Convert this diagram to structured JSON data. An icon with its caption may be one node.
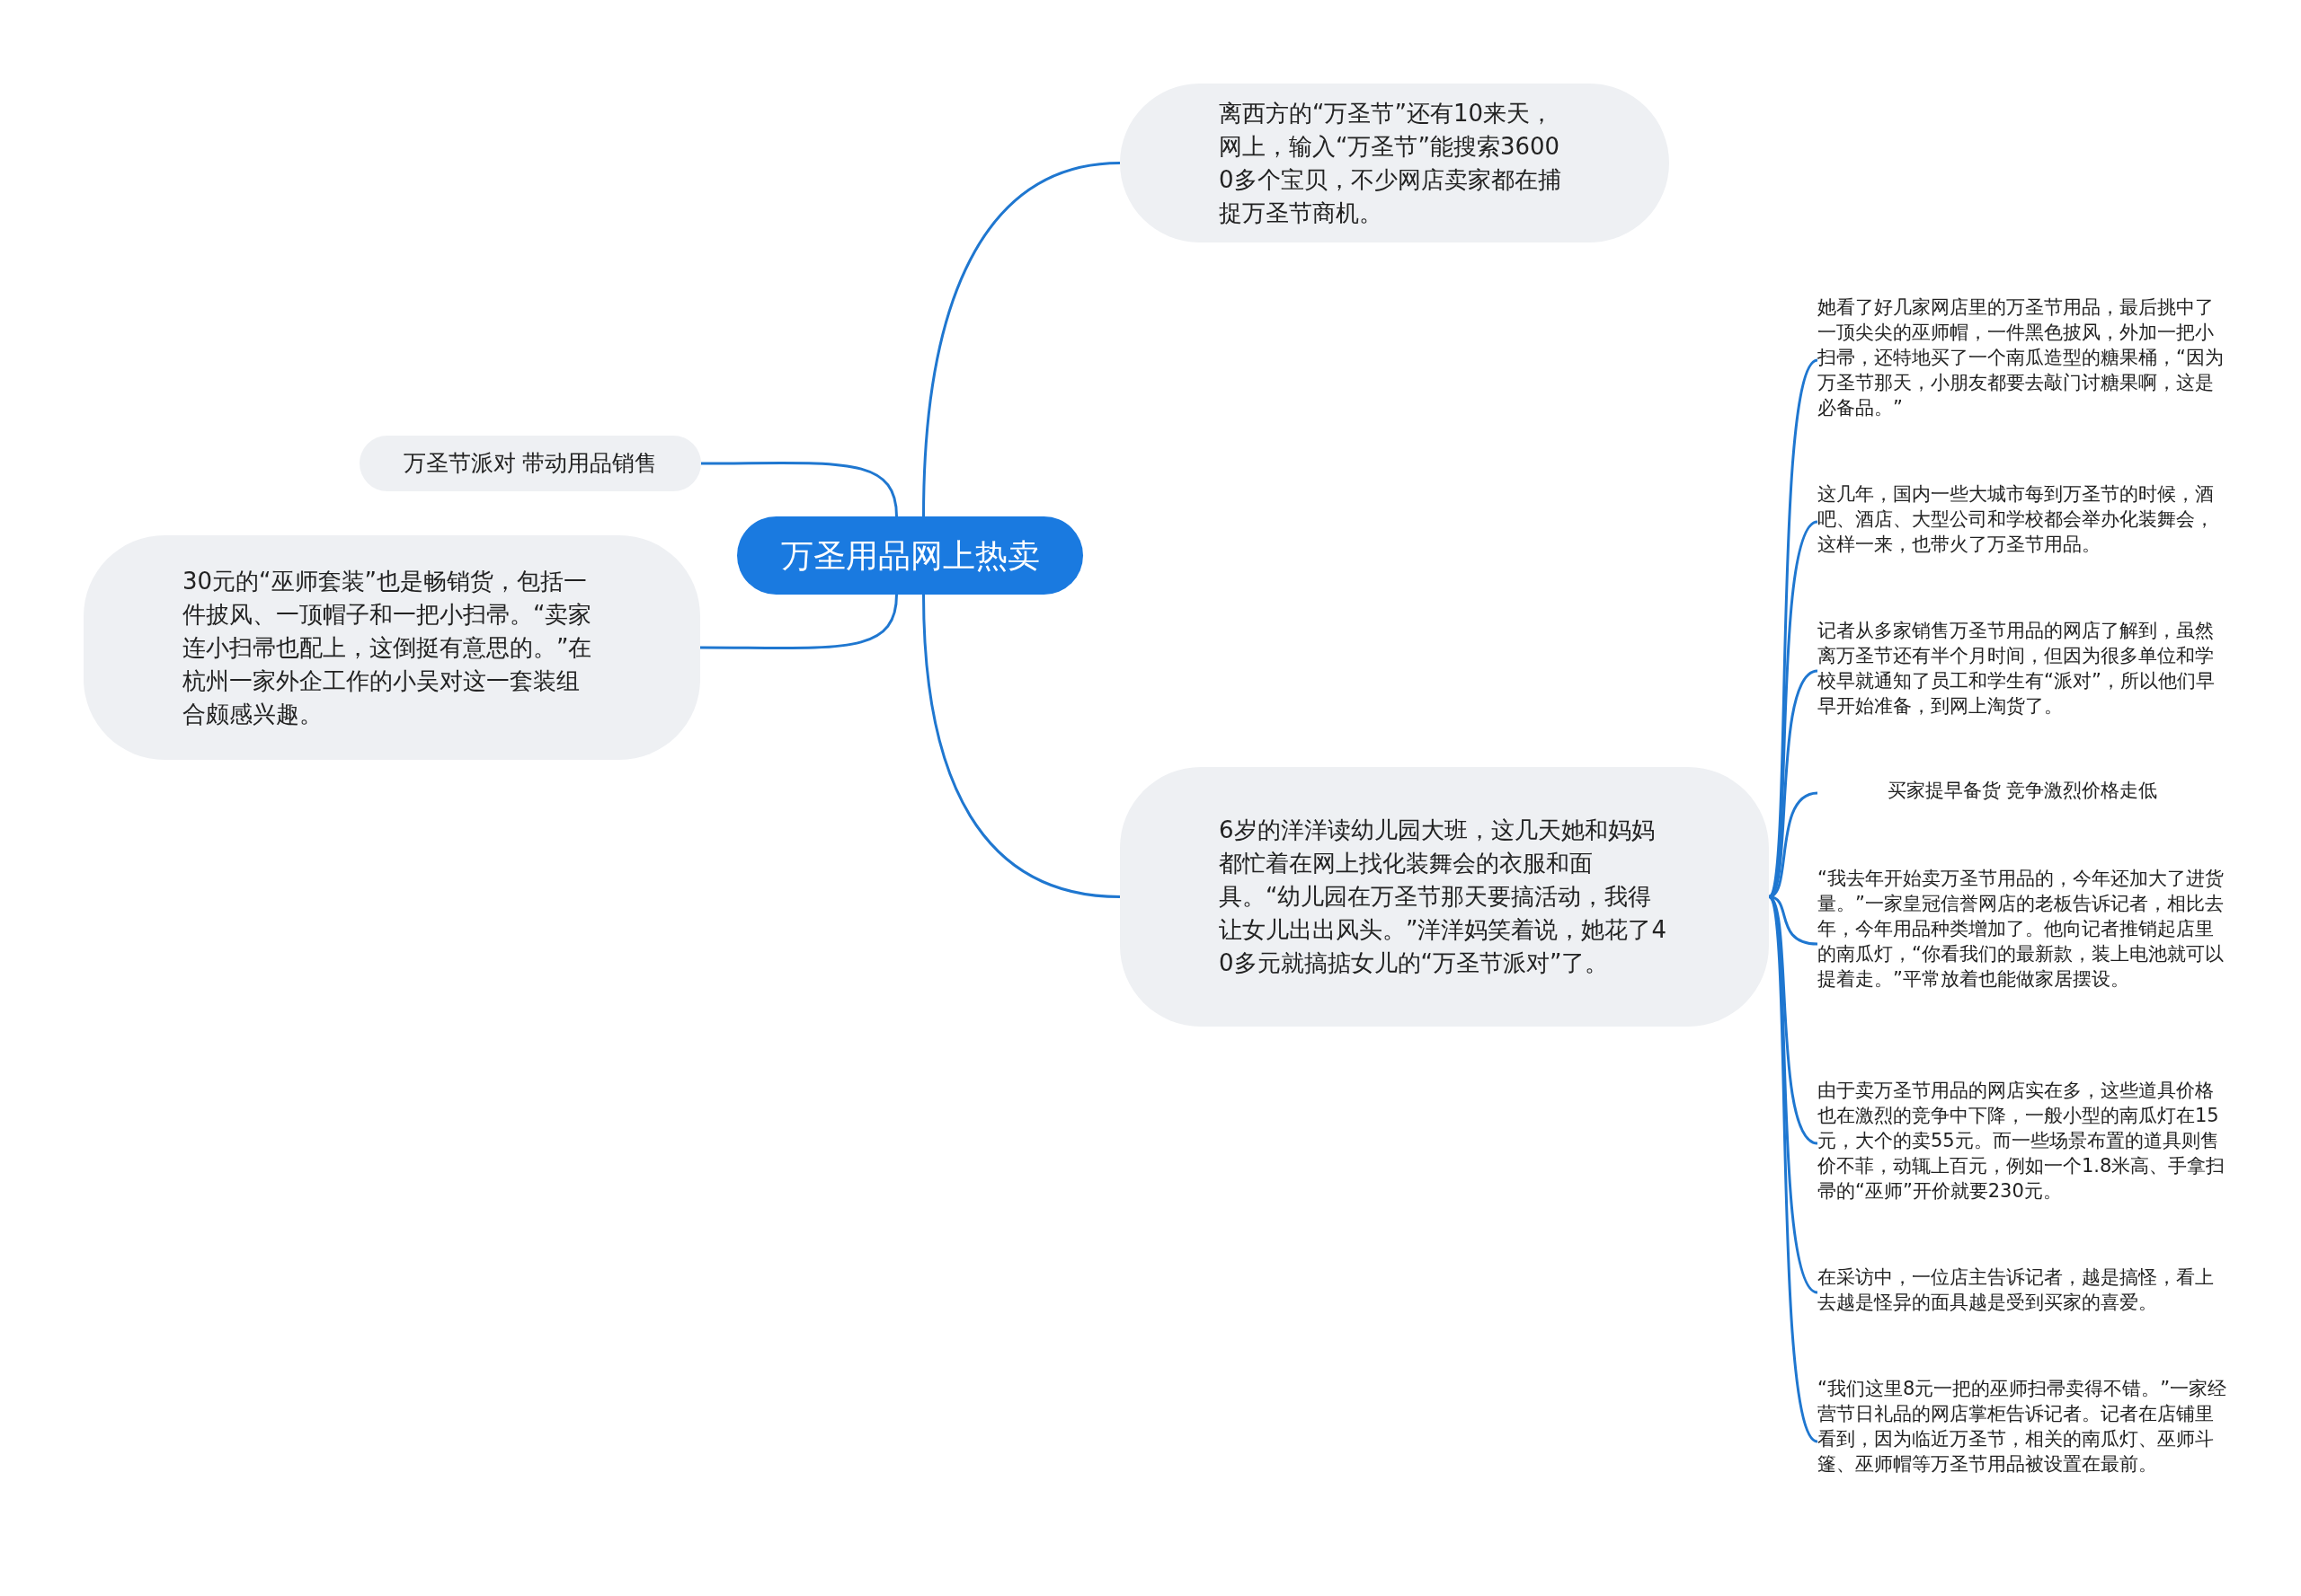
{
  "diagram": {
    "nodes": [
      {
        "text": [
          "万圣用品网上热卖"
        ]
      },
      {
        "text": [
          "离西方的“万圣节”还有10来天，网上，输入“万圣节”能搜索36000多个宝贝，不少网店卖家都在捕捉万圣节商机。"
        ]
      },
      {
        "text": [
          "万圣节派对 带动用品销售"
        ]
      },
      {
        "text": [
          "30元的“巫师套装”也是畅销货，包括一件披风、一顶帽子和一把小扫帚。“卖家连小扫帚也配上，这倒挺有意思的。”在杭州一家外企工作的小吴对这一套装组合颇感兴趣。"
        ]
      },
      {
        "text": [
          "6岁的洋洋读幼儿园大班，这几天她和妈妈都忙着在网上找化装舞会的衣服和面具。“幼儿园在万圣节那天要搞活动，我得让女儿出出风头。”洋洋妈笑着说，她花了40多元就搞掂女儿的“万圣节派对”了。"
        ]
      },
      {
        "text": [
          "她看了好几家网店里的万圣节用品，最后挑中了一顶尖尖的巫师帽，一件黑色披风，外加一把小扫帚，还特地买了一个南瓜造型的糖果桶，“因为万圣节那天，小朋友都要去敲门讨糖果啊，这是必备品。”"
        ]
      },
      {
        "text": [
          "这几年，国内一些大城市每到万圣节的时候，酒吧、酒店、大型公司和学校都会举办化装舞会，这样一来，也带火了万圣节用品。"
        ]
      },
      {
        "text": [
          "记者从多家销售万圣节用品的网店了解到，虽然离万圣节还有半个月时间，但因为很多单位和学校早就通知了员工和学生有“派对”，所以他们早早开始准备，到网上淘货了。"
        ]
      },
      {
        "text": [
          "买家提早备货 竞争激烈价格走低"
        ]
      },
      {
        "text": [
          "“我去年开始卖万圣节用品的，今年还加大了进货量。”一家皇冠信誉网店的老板告诉记者，相比去年，今年用品种类增加了。他向记者推销起店里的南瓜灯，“你看我们的最新款，装上电池就可以提着走。”平常放着也能做家居摆设。"
        ]
      },
      {
        "text": [
          "由于卖万圣节用品的网店实在多，这些道具价格也在激烈的竞争中下降，一般小型的南瓜灯在15元，大个的卖55元。而一些场景布置的道具则售价不菲，动辄上百元，例如一个1.8米高、手拿扫帚的“巫师”开价就要230元。"
        ]
      },
      {
        "text": [
          "在采访中，一位店主告诉记者，越是搞怪，看上去越是怪异的面具越是受到买家的喜爱。"
        ]
      },
      {
        "text": [
          "“我们这里8元一把的巫师扫帚卖得不错。”一家经营节日礼品的网店掌柜告诉记者。记者在店铺里看到，因为临近万圣节，相关的南瓜灯、巫师斗篷、巫师帽等万圣节用品被设置在最前。"
        ]
      }
    ],
    "edges": [
      {
        "from": 0,
        "to": 1,
        "arrow": "none"
      },
      {
        "from": 0,
        "to": 2,
        "arrow": "none"
      },
      {
        "from": 0,
        "to": 3,
        "arrow": "none"
      },
      {
        "from": 0,
        "to": 4,
        "arrow": "none"
      },
      {
        "from": 4,
        "to": 5,
        "arrow": "none"
      },
      {
        "from": 4,
        "to": 6,
        "arrow": "none"
      },
      {
        "from": 4,
        "to": 7,
        "arrow": "none"
      },
      {
        "from": 4,
        "to": 8,
        "arrow": "none"
      },
      {
        "from": 4,
        "to": 9,
        "arrow": "none"
      },
      {
        "from": 4,
        "to": 10,
        "arrow": "none"
      },
      {
        "from": 4,
        "to": 11,
        "arrow": "none"
      },
      {
        "from": 4,
        "to": 12,
        "arrow": "none"
      }
    ]
  }
}
